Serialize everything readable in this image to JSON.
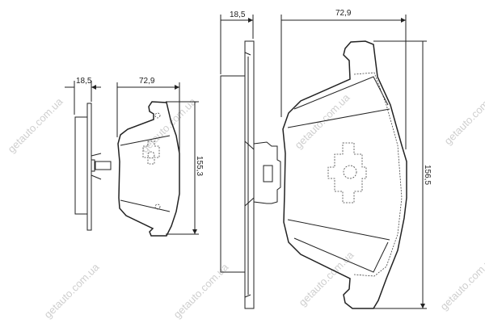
{
  "watermark": "getauto.com.ua",
  "small_pad": {
    "thickness": "18,5",
    "width": "72,9",
    "height": "155,3"
  },
  "large_pad": {
    "thickness": "18,5",
    "width": "72,9",
    "height": "156,5"
  }
}
